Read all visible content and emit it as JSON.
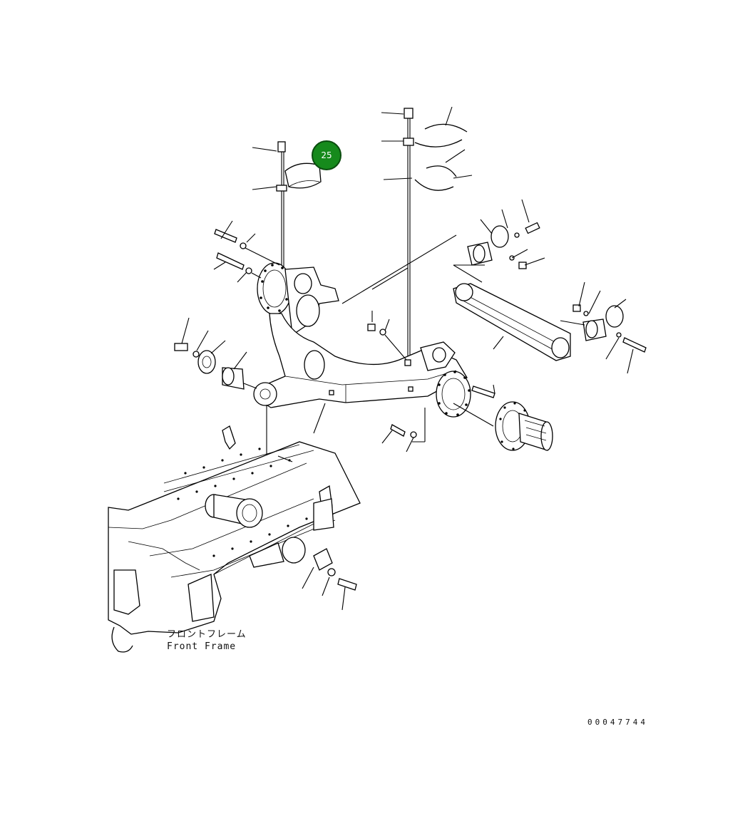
{
  "callout": {
    "number": "25",
    "color": "#168a1c"
  },
  "frame_label": {
    "japanese": "フロントフレーム",
    "english": "Front Frame"
  },
  "drawing_id": "00047744"
}
